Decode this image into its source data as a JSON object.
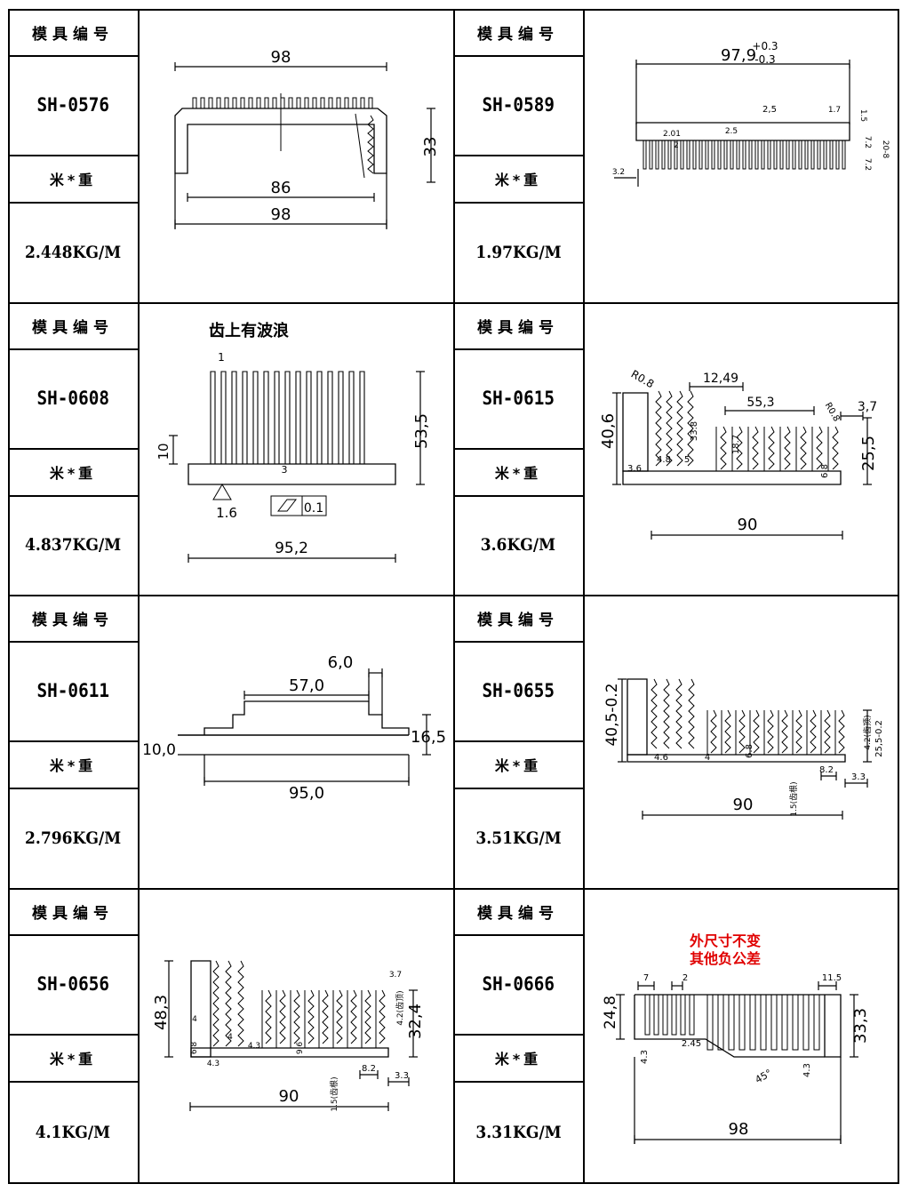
{
  "header_labels": {
    "mold_no": "模具编号",
    "weight": "米*重"
  },
  "products": [
    {
      "code": "SH-0576",
      "weight": "2.448KG/M",
      "dims": {
        "top": "98",
        "height": "33",
        "inner": "86",
        "bottom": "98"
      }
    },
    {
      "code": "SH-0589",
      "weight": "1.97KG/M",
      "dims": {
        "width": "97,9",
        "tol_plus": "+0.3",
        "tol_minus": "-0.3",
        "pitch": "2,5",
        "fin_top": "1.7",
        "tip": "1.5",
        "root": "2.01",
        "gap": "2",
        "gap2": "2.5",
        "base": "3.2",
        "t1": "7.2",
        "t2": "7.2",
        "h": "20-8"
      }
    },
    {
      "code": "SH-0608",
      "weight": "4.837KG/M",
      "note": "齿上有波浪",
      "dims": {
        "fin": "1",
        "height": "53,5",
        "base": "10",
        "gap": "3",
        "rough": "1.6",
        "flat": "0.1",
        "width": "95,2"
      }
    },
    {
      "code": "SH-0615",
      "weight": "3.6KG/M",
      "dims": {
        "r1": "R0.8",
        "r2": "R0.8",
        "fin_w": "12,49",
        "span": "55,3",
        "right": "3,7",
        "left_h": "40,6",
        "right_h": "25,5",
        "mid": "33.8",
        "inner": "18.7",
        "t1": "3.6",
        "t2": "4.8",
        "t3": "5",
        "t4": "6.8",
        "width": "90"
      }
    },
    {
      "code": "SH-0611",
      "weight": "2.796KG/M",
      "dims": {
        "step": "6,0",
        "top": "57,0",
        "left": "10,0",
        "height": "16,5",
        "width": "95,0"
      }
    },
    {
      "code": "SH-0655",
      "weight": "3.51KG/M",
      "dims": {
        "left_h": "40,5-0.2",
        "right_h": "25,5-0.2",
        "fin_note": "4.2(齿顶)",
        "t1": "4.6",
        "t2": "4",
        "t3": "6.8",
        "base": "8.2",
        "edge": "3.3",
        "rough": "1.5(齿根)",
        "width": "90"
      }
    },
    {
      "code": "SH-0656",
      "weight": "4.1KG/M",
      "dims": {
        "left_h": "48,3",
        "right_h": "32,4",
        "top": "3.7",
        "fin_note": "4.2(齿顶)",
        "t1": "4",
        "t2": "6.8",
        "t3": "4.3",
        "t4": "4",
        "t5": "4.3",
        "t6": "9.6",
        "base": "8.2",
        "edge": "3.3",
        "rough": "1.5(齿根)",
        "width": "90"
      }
    },
    {
      "code": "SH-0666",
      "weight": "3.31KG/M",
      "note": "外尺寸不变\n其他负公差",
      "dims": {
        "a": "7",
        "b": "2",
        "c": "11.5",
        "left_h": "24,8",
        "right_h": "33,3",
        "pitch": "2.45",
        "t1": "4.3",
        "t2": "4.3",
        "angle": "45°",
        "width": "98"
      }
    }
  ],
  "colors": {
    "line": "#000000",
    "note_red": "#e00000"
  }
}
